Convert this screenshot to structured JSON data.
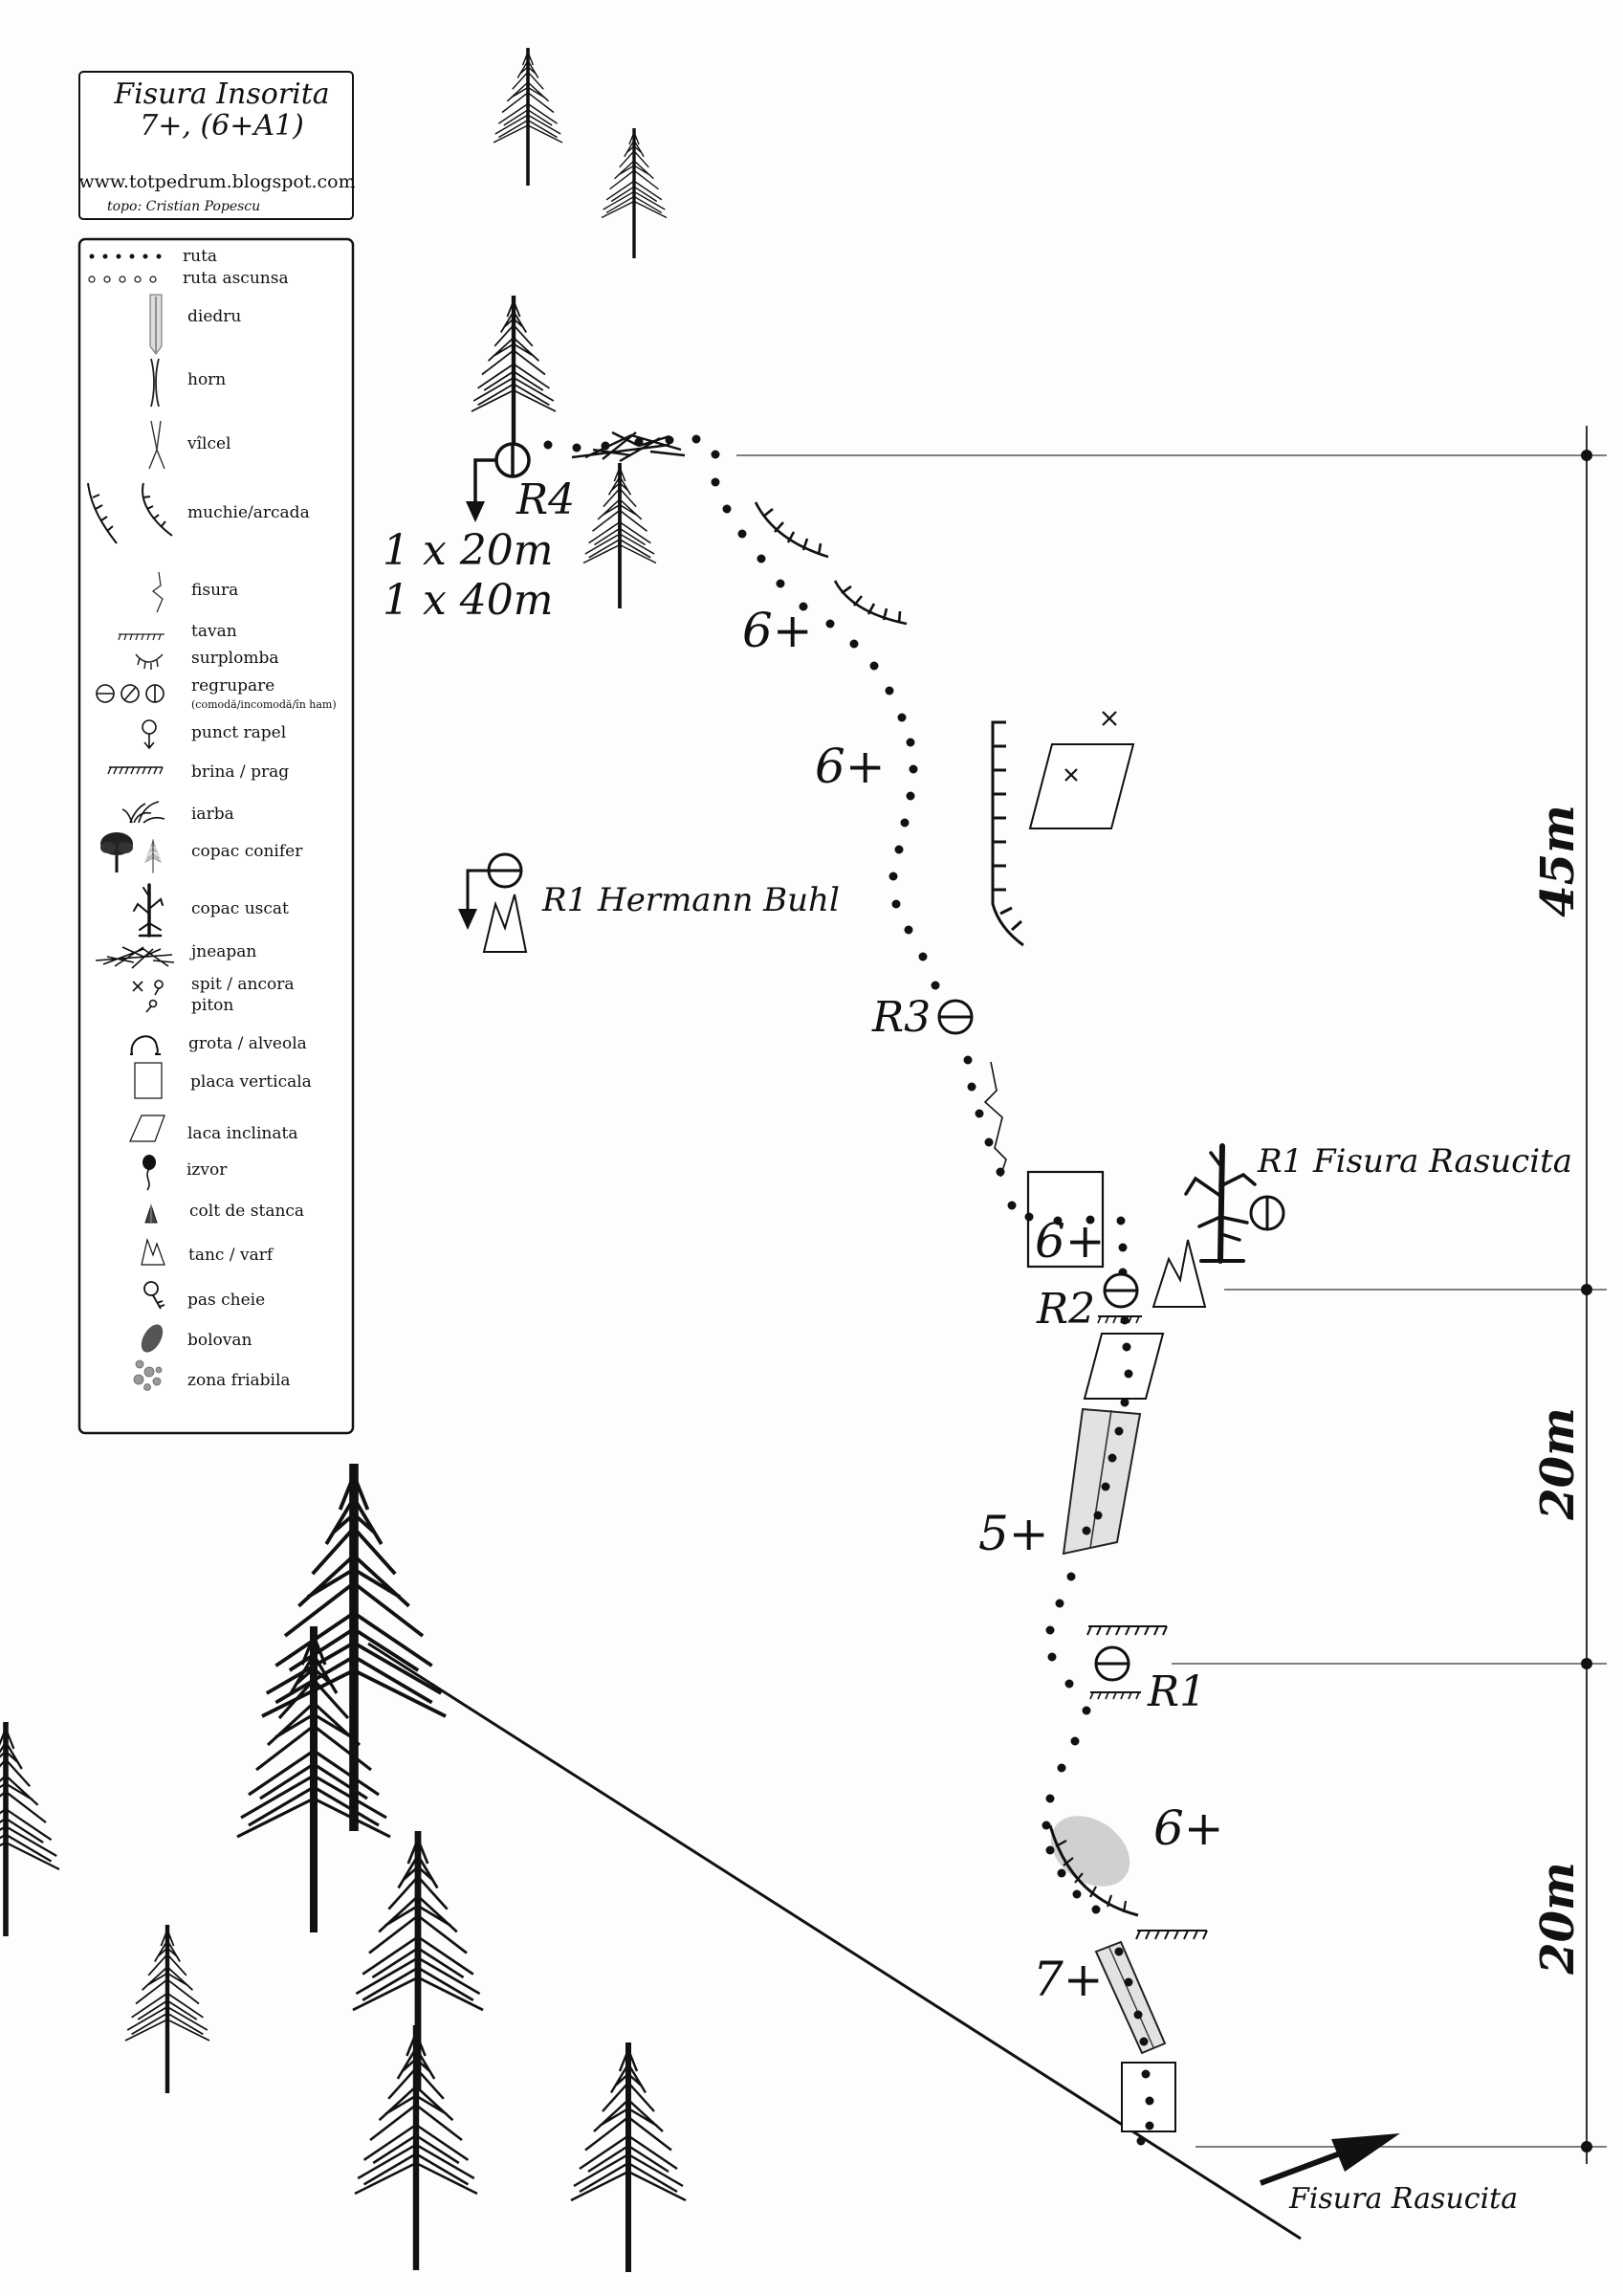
{
  "title": {
    "name": "Fisura Insorita",
    "grade": "7+, (6+A1)",
    "website": "www.totpedrum.blogspot.com",
    "credit": "topo: Cristian Popescu"
  },
  "legend": [
    {
      "key": "ruta",
      "label": "ruta",
      "icon": "dotted-line-icon"
    },
    {
      "key": "ruta-ascunsa",
      "label": "ruta ascunsa",
      "icon": "hollow-dots-icon"
    },
    {
      "key": "diedru",
      "label": "diedru",
      "icon": "dihedral-icon"
    },
    {
      "key": "horn",
      "label": "horn",
      "icon": "chimney-icon"
    },
    {
      "key": "vilcel",
      "label": "vîlcel",
      "icon": "gully-icon"
    },
    {
      "key": "muchie",
      "label": "muchie/arcada",
      "icon": "arete-icon"
    },
    {
      "key": "fisura",
      "label": "fisura",
      "icon": "crack-icon"
    },
    {
      "key": "tavan",
      "label": "tavan",
      "icon": "roof-icon"
    },
    {
      "key": "surplomba",
      "label": "surplomba",
      "icon": "overhang-icon"
    },
    {
      "key": "regrupare",
      "label": "regrupare",
      "sublabel": "(comodă/incomodă/în ham)",
      "icon": "belay-icon"
    },
    {
      "key": "rapel",
      "label": "punct rapel",
      "icon": "rappel-point-icon"
    },
    {
      "key": "brina",
      "label": "brina / prag",
      "icon": "ledge-icon"
    },
    {
      "key": "iarba",
      "label": "iarba",
      "icon": "grass-icon"
    },
    {
      "key": "copac",
      "label": "copac  conifer",
      "icon": "tree-icon"
    },
    {
      "key": "uscat",
      "label": "copac uscat",
      "icon": "dead-tree-icon"
    },
    {
      "key": "jneapan",
      "label": "jneapan",
      "icon": "dwarf-pine-icon"
    },
    {
      "key": "spit",
      "label": "spit / ancora",
      "sublabel": "piton",
      "icon": "bolt-piton-icon"
    },
    {
      "key": "grota",
      "label": "grota / alveola",
      "icon": "cave-icon"
    },
    {
      "key": "placa-v",
      "label": "placa verticala",
      "icon": "vertical-slab-icon"
    },
    {
      "key": "placa-i",
      "label": "laca inclinata",
      "icon": "slab-icon"
    },
    {
      "key": "izvor",
      "label": "izvor",
      "icon": "spring-icon"
    },
    {
      "key": "colt",
      "label": "colt de stanca",
      "icon": "rock-spike-icon"
    },
    {
      "key": "tanc",
      "label": "tanc / varf",
      "icon": "pinnacle-icon"
    },
    {
      "key": "cheie",
      "label": "pas cheie",
      "icon": "crux-key-icon"
    },
    {
      "key": "bolovan",
      "label": "bolovan",
      "icon": "boulder-icon"
    },
    {
      "key": "friabila",
      "label": "zona friabila",
      "icon": "loose-rock-icon"
    }
  ],
  "relays": {
    "r4": "R4",
    "r3": "R3",
    "r2": "R2",
    "r1": "R1"
  },
  "grades": {
    "p5_upper": "6+",
    "p4_upper": "6+",
    "p3_slab": "6+",
    "p2": "5+",
    "p1_overhang": "6+",
    "p1_start": "7+"
  },
  "rappel": {
    "line1": "1 x 20m",
    "line2": "1 x 40m"
  },
  "labels": {
    "hermann_buhl": "R1 Hermann Buhl",
    "fisura_rasucita_r1": "R1 Fisura Rasucita",
    "fisura_rasucita_start": "Fisura Rasucita"
  },
  "dimensions": {
    "upper": "45m",
    "middle": "20m",
    "lower": "20m"
  }
}
